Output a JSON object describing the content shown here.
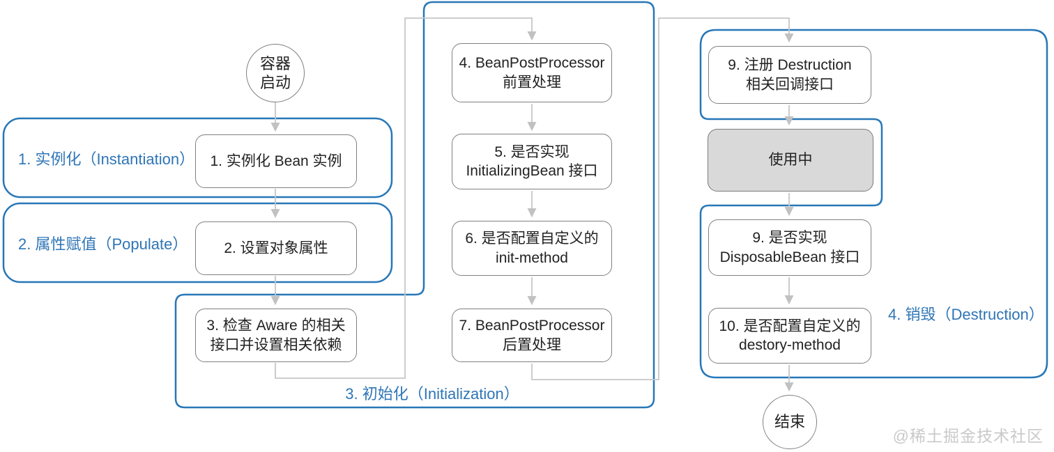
{
  "colors": {
    "container_border": "#2777b8",
    "phase_label_text": "#2e75b6",
    "box_border": "#808080",
    "box_fill": "#ffffff",
    "in_use_fill": "#d9d9d9",
    "connector": "#c6c6c6",
    "text": "#222222",
    "watermark": "#c9c9c9"
  },
  "start": {
    "label": "容器\n启动"
  },
  "end": {
    "label": "结束"
  },
  "phases": [
    {
      "label": "1. 实例化（Instantiation）"
    },
    {
      "label": "2. 属性赋值（Populate）"
    },
    {
      "label": "3. 初始化（Initialization）"
    },
    {
      "label": "4. 销毁（Destruction）"
    }
  ],
  "boxes": [
    {
      "label": "1. 实例化 Bean 实例"
    },
    {
      "label": "2. 设置对象属性"
    },
    {
      "label": "3. 检查 Aware 的相关\n接口并设置相关依赖"
    },
    {
      "label": "4. BeanPostProcessor\n前置处理"
    },
    {
      "label": "5. 是否实现\nInitializingBean 接口"
    },
    {
      "label": "6. 是否配置自定义的\ninit-method"
    },
    {
      "label": "7. BeanPostProcessor\n后置处理"
    },
    {
      "label": "9. 注册 Destruction\n相关回调接口"
    },
    {
      "label": "使用中"
    },
    {
      "label": "9. 是否实现\nDisposableBean 接口"
    },
    {
      "label": "10. 是否配置自定义的\ndestory-method"
    }
  ],
  "watermark": {
    "text": "@稀土掘金技术社区"
  }
}
